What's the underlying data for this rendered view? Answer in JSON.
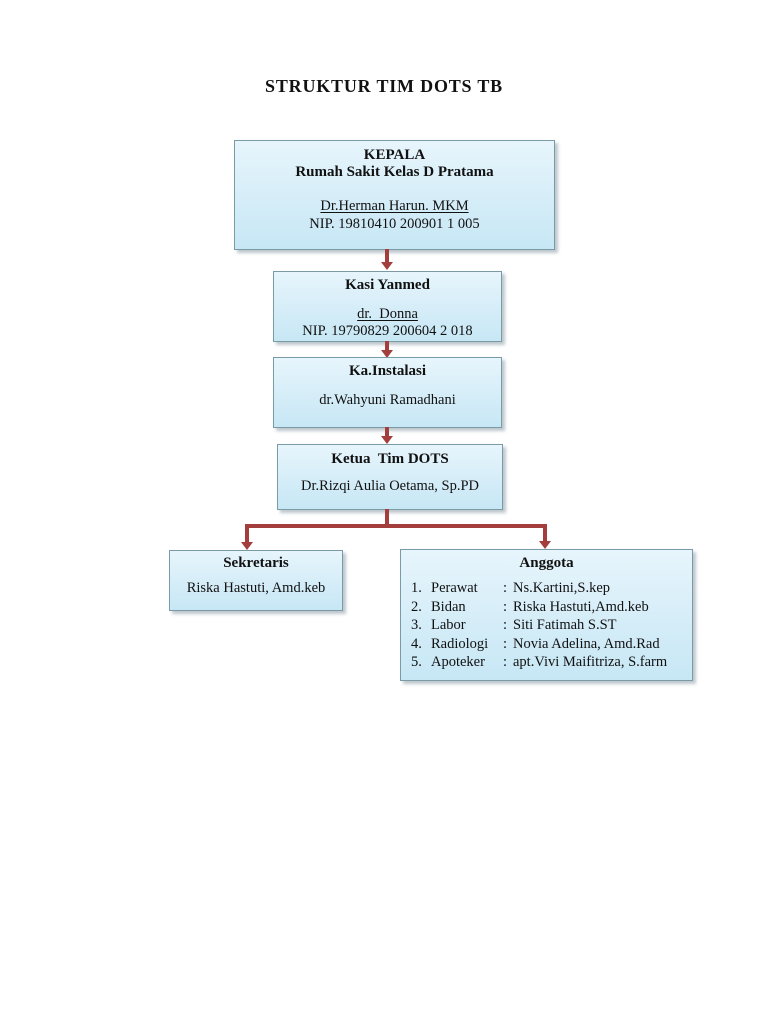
{
  "page": {
    "title": "STRUKTUR TIM DOTS TB"
  },
  "boxes": {
    "kepala": {
      "title_line1": "KEPALA",
      "title_line2": "Rumah Sakit Kelas D Pratama",
      "person": "Dr.Herman Harun. MKM",
      "nip": "NIP. 19810410 200901 1 005"
    },
    "kasi_yanmed": {
      "title": "Kasi Yanmed",
      "person": "dr.  Donna",
      "nip": "NIP. 19790829 200604 2 018"
    },
    "ka_instalasi": {
      "title": "Ka.Instalasi",
      "person": "dr.Wahyuni Ramadhani"
    },
    "ketua_tim_dots": {
      "title": "Ketua  Tim DOTS",
      "person": "Dr.Rizqi Aulia Oetama, Sp.PD"
    },
    "sekretaris": {
      "title": "Sekretaris",
      "person": "Riska Hastuti, Amd.keb"
    },
    "anggota": {
      "title": "Anggota",
      "members": [
        {
          "num": "1.",
          "role": "Perawat",
          "sep": ":",
          "name": "Ns.Kartini,S.kep"
        },
        {
          "num": "2.",
          "role": "Bidan",
          "sep": ":",
          "name": "Riska Hastuti,Amd.keb"
        },
        {
          "num": "3.",
          "role": "Labor",
          "sep": ":",
          "name": "Siti Fatimah S.ST"
        },
        {
          "num": "4.",
          "role": "Radiologi",
          "sep": ":",
          "name": "Novia Adelina, Amd.Rad"
        },
        {
          "num": "5.",
          "role": "Apoteker",
          "sep": ":",
          "name": "apt.Vivi Maifitriza, S.farm"
        }
      ]
    }
  },
  "colors": {
    "box_fill_top": "#e7f5fc",
    "box_fill_mid": "#d5edf8",
    "box_fill_bottom": "#c7e7f5",
    "box_border": "#7a9aa6",
    "connector": "#a33e3c",
    "text": "#111111",
    "background": "#ffffff"
  }
}
